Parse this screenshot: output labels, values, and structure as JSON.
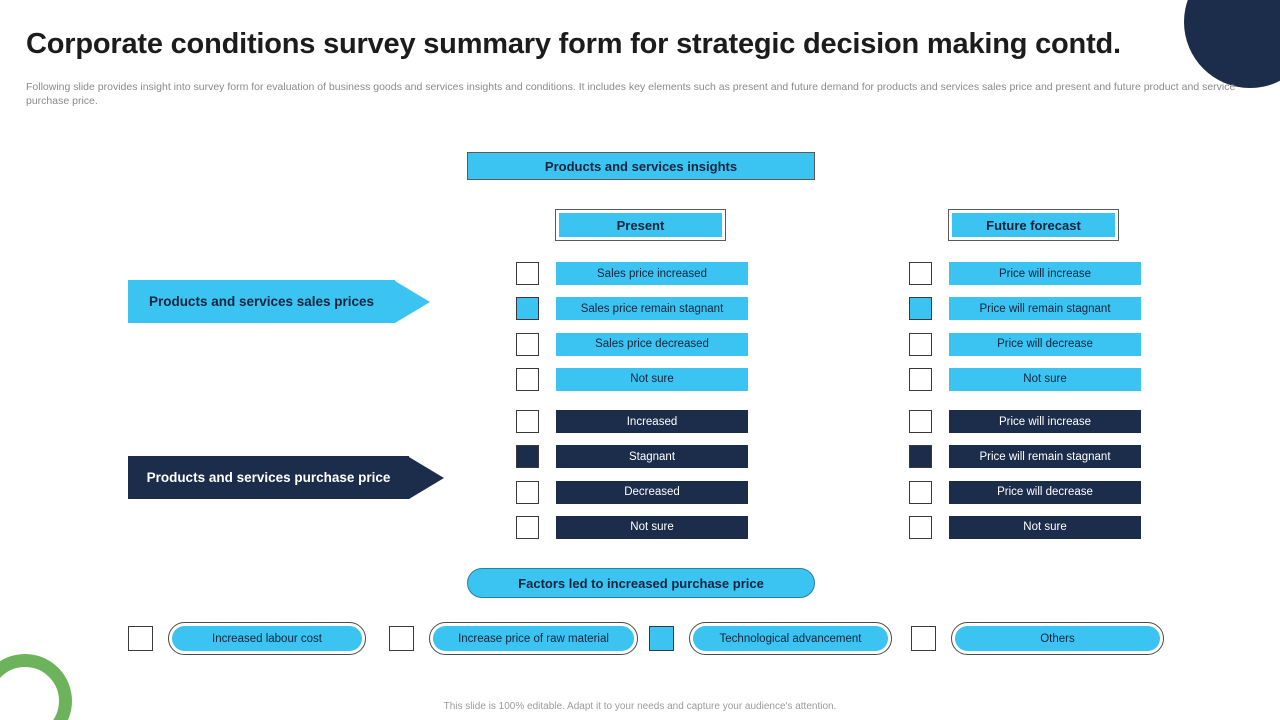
{
  "header": {
    "title": "Corporate conditions survey summary form for strategic decision making contd.",
    "subtitle": "Following slide provides insight into survey form for evaluation of business goods and services insights and conditions. It includes key elements such as present and future demand for products and services sales price and present and future product and service purchase price."
  },
  "colors": {
    "cyan": "#3bc3f2",
    "navy": "#1b2d4a",
    "green": "#6cb35c",
    "text_dark": "#16243d",
    "subtitle_gray": "#8a8a8a"
  },
  "banner": {
    "label": "Products and services insights"
  },
  "columns": {
    "present": {
      "label": "Present"
    },
    "future": {
      "label": "Future forecast"
    }
  },
  "arrows": {
    "sales": {
      "label": "Products and services sales prices"
    },
    "purchase": {
      "label": "Products and services purchase price"
    }
  },
  "groups": [
    {
      "name": "sales-prices",
      "theme": "cyan",
      "present": [
        {
          "label": "Sales price increased",
          "checked": false
        },
        {
          "label": "Sales price remain stagnant",
          "checked": true
        },
        {
          "label": "Sales price decreased",
          "checked": false
        },
        {
          "label": "Not sure",
          "checked": false
        }
      ],
      "future": [
        {
          "label": "Price will increase",
          "checked": false
        },
        {
          "label": "Price will remain stagnant",
          "checked": true
        },
        {
          "label": "Price will decrease",
          "checked": false
        },
        {
          "label": "Not sure",
          "checked": false
        }
      ]
    },
    {
      "name": "purchase-price",
      "theme": "navy",
      "present": [
        {
          "label": "Increased",
          "checked": false
        },
        {
          "label": "Stagnant",
          "checked": true
        },
        {
          "label": "Decreased",
          "checked": false
        },
        {
          "label": "Not sure",
          "checked": false
        }
      ],
      "future": [
        {
          "label": "Price will increase",
          "checked": false
        },
        {
          "label": "Price will remain stagnant",
          "checked": true
        },
        {
          "label": "Price will decrease",
          "checked": false
        },
        {
          "label": "Not sure",
          "checked": false
        }
      ]
    }
  ],
  "factors": {
    "banner_label": "Factors led to increased purchase price",
    "items": [
      {
        "label": "Increased labour cost",
        "checked": false
      },
      {
        "label": "Increase price of raw material",
        "checked": false
      },
      {
        "label": "Technological advancement",
        "checked": true
      },
      {
        "label": "Others",
        "checked": false
      }
    ]
  },
  "footer": {
    "note": "This slide is 100% editable. Adapt it to your needs and capture your audience's attention."
  }
}
